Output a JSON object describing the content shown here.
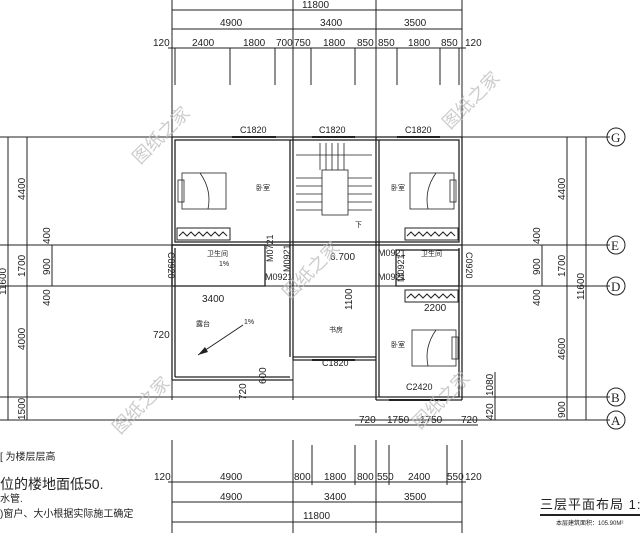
{
  "drawing": {
    "title": "三层平面布局",
    "scale": "1:",
    "area_note": "本层建筑面积：105.90M²"
  },
  "top_dims": {
    "total": "11800",
    "bays": [
      "4900",
      "3400",
      "3500"
    ],
    "details": [
      "120",
      "2400",
      "1800",
      "700",
      "750",
      "1800",
      "850",
      "850",
      "1800",
      "850",
      "120"
    ]
  },
  "bottom_dims": {
    "total": "11800",
    "bays": [
      "4900",
      "3400",
      "3500"
    ],
    "details": [
      "120",
      "4900",
      "800",
      "1800",
      "800",
      "550",
      "2400",
      "550",
      "120"
    ],
    "balcony": [
      "720",
      "1750",
      "1750",
      "720"
    ]
  },
  "left_dims": {
    "total": "11600",
    "bays": [
      "4400",
      "1700",
      "4000",
      "1500"
    ],
    "details": [
      "400",
      "900",
      "400"
    ],
    "balcony": [
      "720",
      "720",
      "600"
    ]
  },
  "right_dims": {
    "total": "11600",
    "bays": [
      "4400",
      "1700",
      "4600",
      "900"
    ],
    "details": [
      "400",
      "900",
      "400",
      "1080",
      "420"
    ]
  },
  "axes": [
    "G",
    "E",
    "D",
    "B",
    "A"
  ],
  "rooms": {
    "bedroom_label": "卧室",
    "bathroom_label": "卫生间",
    "terrace_label": "露台",
    "study_label": "书房",
    "stair_down": "下",
    "slope": "1%",
    "elevation": "6.700",
    "dim_3400": "3400",
    "dim_2200": "2200",
    "dim_1100": "1100"
  },
  "windows": {
    "w1": "C1820",
    "w2": "C1820",
    "w3": "C1820",
    "w4": "C1820",
    "w5": "C2420",
    "w6": "C0920",
    "w7": "C0920"
  },
  "doors": {
    "d1": "M0721",
    "d2": "M0921",
    "d3": "M0921",
    "d4": "M0921",
    "d5": "M0921",
    "d6": "M0921"
  },
  "watermark": "图纸之家",
  "notes": [
    "[ 为楼层层高",
    "位的楼地面低50.",
    "水管.",
    ")窗户、大小根据实际施工确定"
  ]
}
